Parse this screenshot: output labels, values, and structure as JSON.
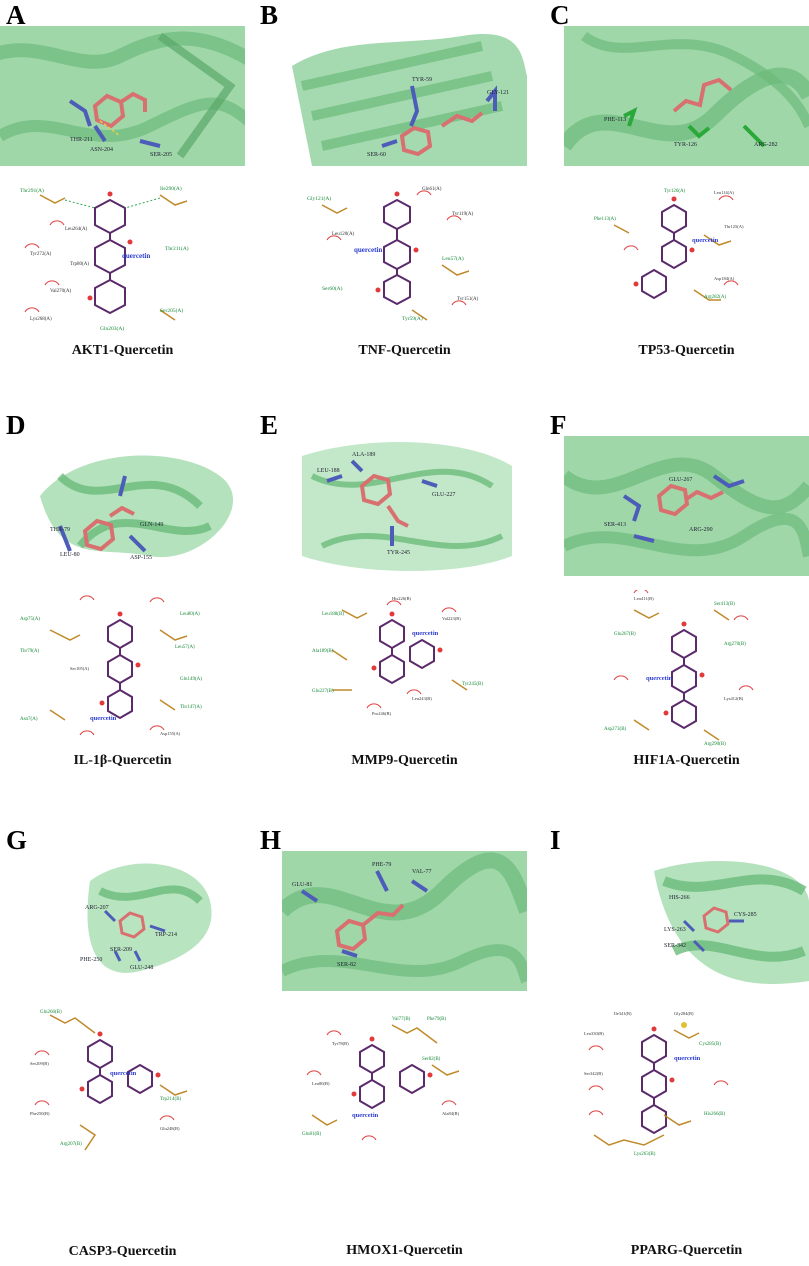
{
  "panels": [
    {
      "letter": "A",
      "caption": "AKT1-Quercetin",
      "ligand_label": "quercetin",
      "residues": [
        "Thr291(A)",
        "Ile290(A)",
        "Thr211(A)",
        "Gln203(A)",
        "Ser205(A)",
        "Leu264(A)",
        "Tyr272(A)",
        "Val270(A)",
        "Lys268(A)",
        "Trp80(A)"
      ],
      "atom_labels": [
        "THR-211",
        "ASN-204",
        "SER-205"
      ]
    },
    {
      "letter": "B",
      "caption": "TNF-Quercetin",
      "ligand_label": "quercetin",
      "residues": [
        "Gly121(A)",
        "Leu57(A)",
        "Ser60(A)",
        "Tyr59(A)",
        "Tyr119(A)",
        "Gln61(A)",
        "Leu120(A)",
        "Tyr151(A)"
      ],
      "atom_labels": [
        "TYR-59",
        "SER-60",
        "GLY-121"
      ]
    },
    {
      "letter": "C",
      "caption": "TP53-Quercetin",
      "ligand_label": "quercetin",
      "residues": [
        "Tyr126(A)",
        "Arg282(A)",
        "Phe113(A)",
        "Thr125(A)",
        "Leu114(A)",
        "Asp184(A)"
      ],
      "atom_labels": [
        "PHE-113",
        "TYR-126",
        "ARG-282"
      ]
    },
    {
      "letter": "D",
      "caption": "IL-1β-Quercetin",
      "ligand_label": "quercetin",
      "residues": [
        "Asp75(A)",
        "Thr79(A)",
        "Asn7(A)",
        "Leu80(A)",
        "Leu57(A)",
        "Gln149(A)",
        "Thr147(A)",
        "Asp155(A)",
        "Ser105(A)"
      ],
      "atom_labels": [
        "THR-79",
        "LEU-80",
        "ASP-155",
        "GLN-149"
      ]
    },
    {
      "letter": "E",
      "caption": "MMP9-Quercetin",
      "ligand_label": "quercetin",
      "residues": [
        "Leu188(B)",
        "Ala189(B)",
        "Glu227(B)",
        "Tyr245(B)",
        "Leu243(B)",
        "His226(B)",
        "Val223(B)",
        "Pro246(B)"
      ],
      "atom_labels": [
        "LEU-188",
        "ALA-189",
        "TYR-245",
        "GLU-227"
      ]
    },
    {
      "letter": "F",
      "caption": "HIF1A-Quercetin",
      "ligand_label": "quercetin",
      "residues": [
        "Glu267(B)",
        "Arg270(B)",
        "Ser413(B)",
        "Asp273(B)",
        "Arg290(B)",
        "Lys412(B)",
        "Leu411(B)"
      ],
      "atom_labels": [
        "GLU-267",
        "SER-413",
        "ARG-290"
      ]
    },
    {
      "letter": "G",
      "caption": "CASP3-Quercetin",
      "ligand_label": "quercetin",
      "residues": [
        "Gln266(B)",
        "Trp214(B)",
        "Arg207(B)",
        "Phe250(B)",
        "Ser209(B)",
        "Glu248(B)"
      ],
      "atom_labels": [
        "ARG-207",
        "TRP-214",
        "PHE-250",
        "SER-209",
        "GLU-248"
      ]
    },
    {
      "letter": "H",
      "caption": "HMOX1-Quercetin",
      "ligand_label": "quercetin",
      "residues": [
        "Val77(B)",
        "Phe79(B)",
        "Glu81(B)",
        "Ser82(B)",
        "Tyr78(B)",
        "Leu80(B)",
        "Ala84(B)"
      ],
      "atom_labels": [
        "GLU-81",
        "PHE-79",
        "VAL-77",
        "SER-82"
      ]
    },
    {
      "letter": "I",
      "caption": "PPARG-Quercetin",
      "ligand_label": "quercetin",
      "residues": [
        "Cys285(B)",
        "His266(B)",
        "Lys263(B)",
        "Ser342(B)",
        "Leu330(B)",
        "Ile341(B)",
        "Gly284(B)"
      ],
      "atom_labels": [
        "HIS-266",
        "LYS-263",
        "SER-342",
        "CYS-285"
      ]
    }
  ]
}
